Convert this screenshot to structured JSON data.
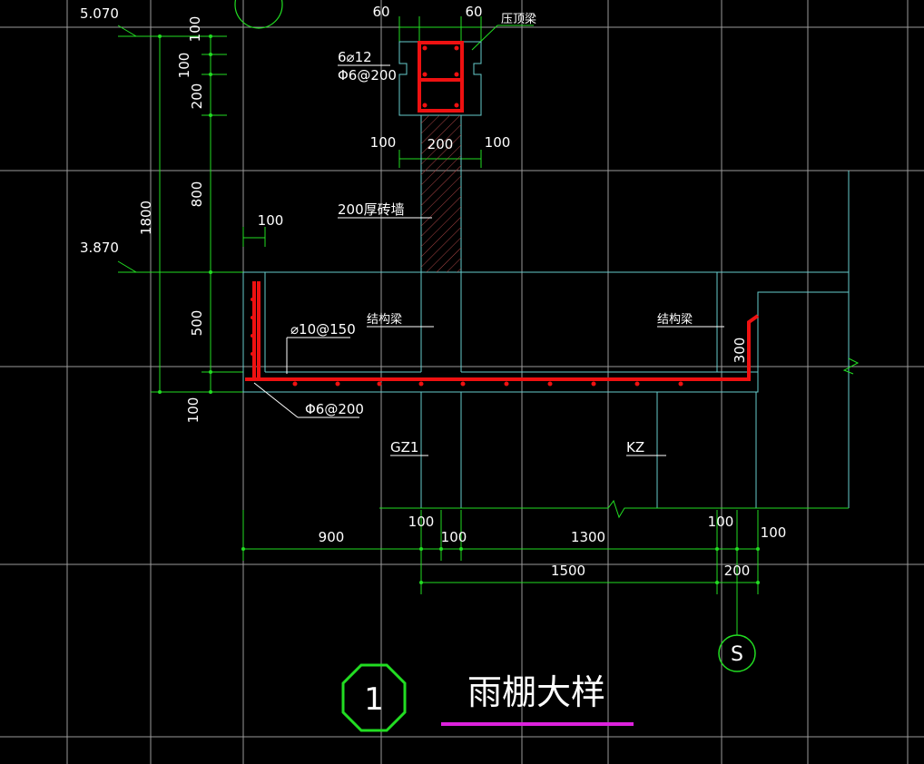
{
  "colors": {
    "background": "#000000",
    "grid": "#9a9a9a",
    "dimension": "#22dd22",
    "outline": "#66cccc",
    "rebar": "#ee1111",
    "text": "#ffffff",
    "underline": "#dd22dd"
  },
  "elevations": {
    "top": "5.070",
    "mid": "3.870"
  },
  "left_dims": {
    "d100_top": "100",
    "d100_b": "100",
    "d200": "200",
    "d800": "800",
    "d1800": "1800",
    "d500": "500",
    "d100_bottom": "100"
  },
  "top_dims": {
    "d60_left": "60",
    "d60_right": "60",
    "d100_left": "100",
    "d200": "200",
    "d100_right": "100",
    "d100_slab": "100"
  },
  "labels": {
    "crown_beam": "压顶梁",
    "rebar_long": "6⌀12",
    "rebar_stirrup": "Φ6@200",
    "wall": "200厚砖墙",
    "struct_beam_left": "结构梁",
    "struct_beam_right": "结构梁",
    "slab_rebar": "⌀10@150",
    "slab_dist": "Φ6@200",
    "gz": "GZ1",
    "kz": "KZ",
    "d300": "300"
  },
  "bottom_dims": {
    "d900": "900",
    "d100_a": "100",
    "d100_b": "100",
    "d1300": "1300",
    "d100_c": "100",
    "d100_d": "100",
    "d1500": "1500",
    "d200": "200"
  },
  "axis_label": "S",
  "detail_number": "1",
  "title": "雨棚大样"
}
